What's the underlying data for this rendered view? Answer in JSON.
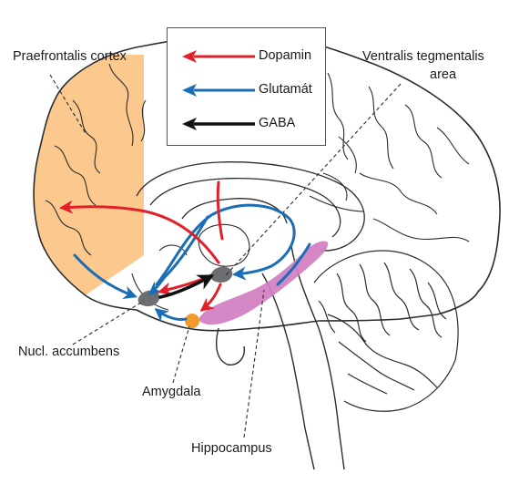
{
  "labels": {
    "prefrontal": "Praefrontalis cortex",
    "vta_line1": "Ventralis tegmentalis",
    "vta_line2": "area",
    "accumbens": "Nucl. accumbens",
    "amygdala": "Amygdala",
    "hippocampus": "Hippocampus"
  },
  "legend": {
    "items": [
      {
        "label": "Dopamin",
        "color": "#e1202a"
      },
      {
        "label": "Glutamát",
        "color": "#1b6db5"
      },
      {
        "label": "GABA",
        "color": "#111111"
      }
    ]
  },
  "colors": {
    "cortex_fill": "#fbc98e",
    "hippocampus_fill": "#d17ec0",
    "amygdala_fill": "#f39a2c",
    "nucleus_fill": "#6d6e71",
    "outline": "#2b2b2b"
  }
}
